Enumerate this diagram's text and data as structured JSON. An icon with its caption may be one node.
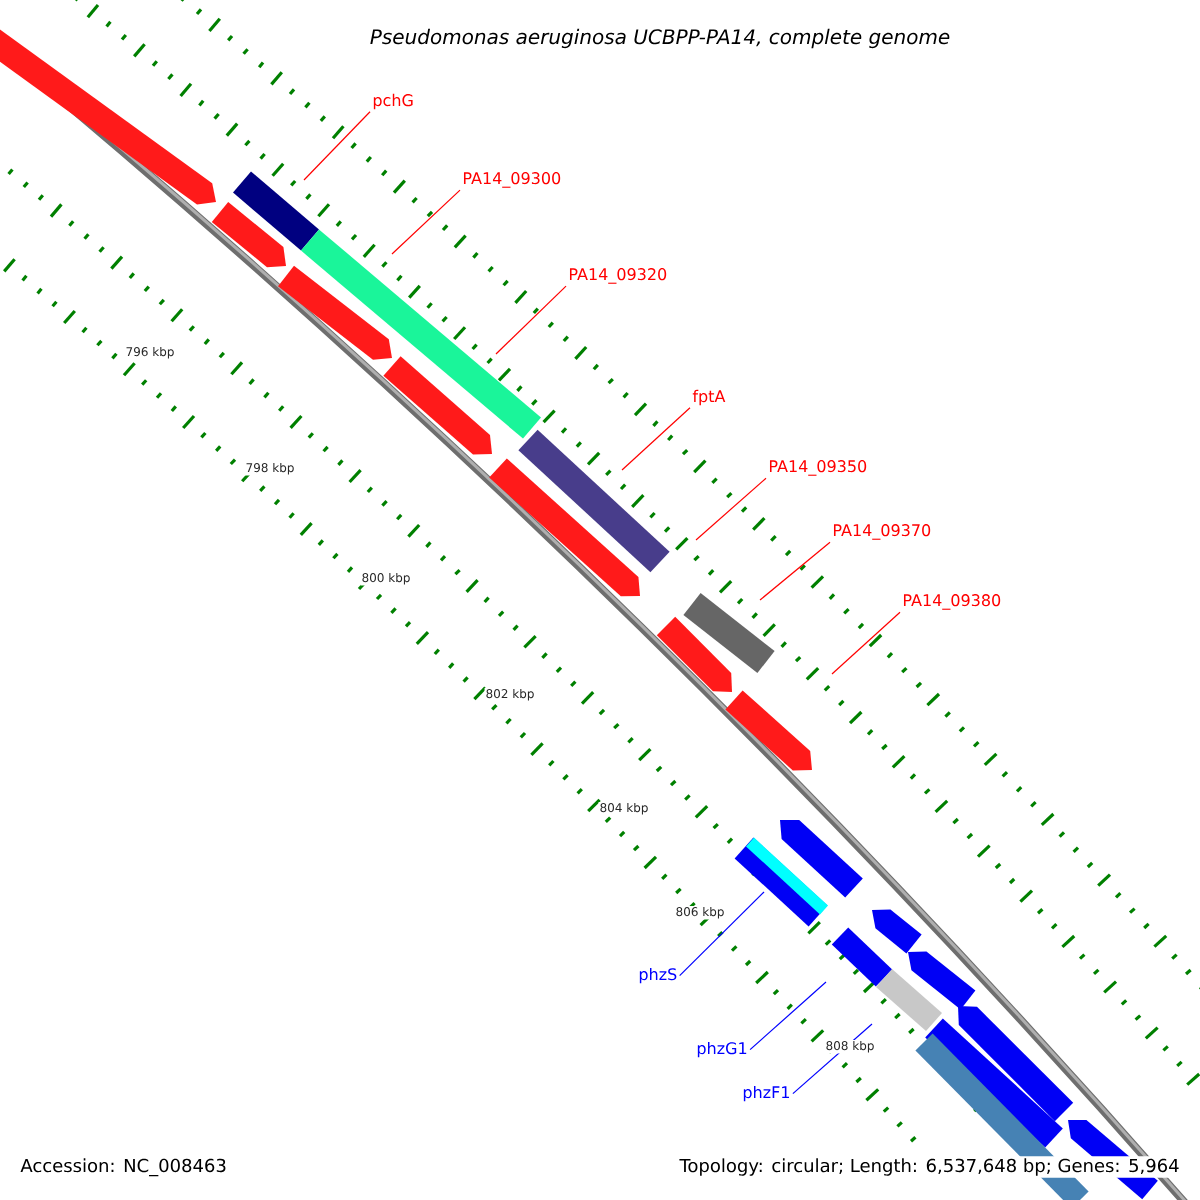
{
  "diagram": {
    "title": "Pseudomonas aeruginosa UCBPP-PA14, complete genome",
    "nodes": [
      {
        "text": [
          "pchG"
        ]
      },
      {
        "text": [
          "PA14_09300"
        ]
      },
      {
        "text": [
          "PA14_09320"
        ]
      },
      {
        "text": [
          "fptA"
        ]
      },
      {
        "text": [
          "PA14_09350"
        ]
      },
      {
        "text": [
          "PA14_09370"
        ]
      },
      {
        "text": [
          "PA14_09380"
        ]
      },
      {
        "text": [
          "phzS"
        ]
      },
      {
        "text": [
          "phzG1"
        ]
      },
      {
        "text": [
          "phzF1"
        ]
      }
    ],
    "edges": [
      {
        "from": 0,
        "to": null,
        "arrow": "none"
      },
      {
        "from": 1,
        "to": null,
        "arrow": "none"
      },
      {
        "from": 2,
        "to": null,
        "arrow": "none"
      },
      {
        "from": 3,
        "to": null,
        "arrow": "none"
      },
      {
        "from": 4,
        "to": null,
        "arrow": "none"
      },
      {
        "from": 5,
        "to": null,
        "arrow": "none"
      },
      {
        "from": 6,
        "to": null,
        "arrow": "none"
      },
      {
        "from": 7,
        "to": null,
        "arrow": "none",
        "color": "#0000ff"
      },
      {
        "from": 8,
        "to": null,
        "arrow": "none",
        "color": "#0000ff"
      },
      {
        "from": 9,
        "to": null,
        "arrow": "none",
        "color": "#0000ff"
      }
    ],
    "labels": [
      "796 kbp",
      "798 kbp",
      "800 kbp",
      "802 kbp",
      "804 kbp",
      "806 kbp",
      "808 kbp",
      "Accession: NC_008463",
      "Topology: circular; Length: 6,537,648 bp; Genes: 5,964"
    ]
  }
}
